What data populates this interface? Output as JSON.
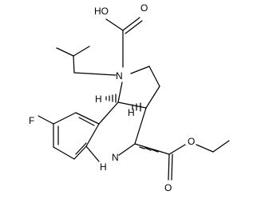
{
  "molecule": {
    "atom_labels": {
      "carboxyl_oh": "HO",
      "carboxyl_o": "O",
      "ring_n": "N",
      "amine_n": "N",
      "amine_h": "H",
      "fluorine": "F",
      "h_top": "H",
      "h_mid": "H",
      "ester_o_double": "O",
      "ester_o_single": "O"
    },
    "colors": {
      "bond": "#000000",
      "label": "#000000",
      "background": "#ffffff"
    }
  }
}
